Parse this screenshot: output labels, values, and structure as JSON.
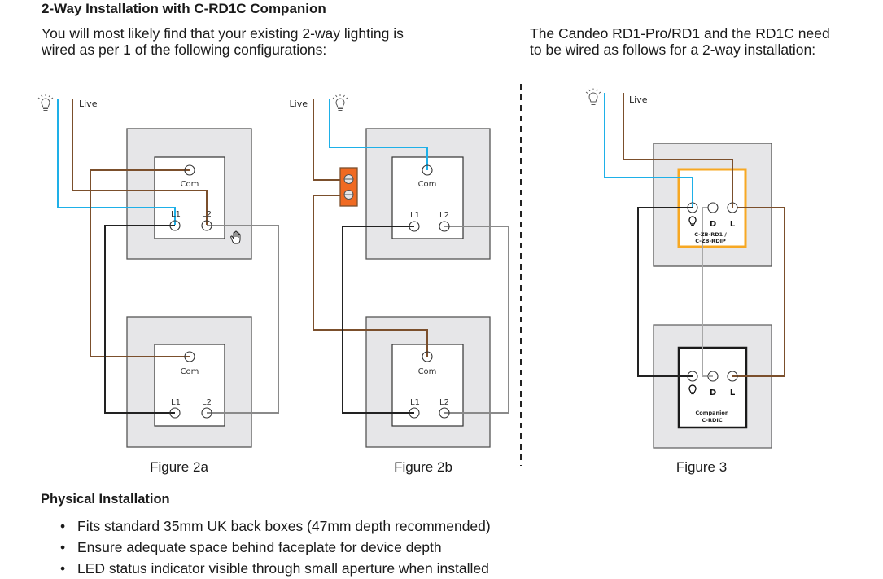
{
  "heading": "2-Way Installation with C-RD1C Companion",
  "intro_left": {
    "line1": "You will most likely find that your existing 2-way lighting is",
    "line2": "wired as per 1 of the following configurations:"
  },
  "intro_right": {
    "line1": "The Candeo RD1-Pro/RD1 and the RD1C need",
    "line2": "to be wired as follows for a 2-way installation:"
  },
  "colors": {
    "live_brown": "#7b4f2c",
    "switched_blue": "#1eb0e8",
    "strapper_black": "#222222",
    "strapper_grey": "#8a8a8a",
    "plate_fill": "#e6e6e8",
    "connector_orange": "#f06a22",
    "rd1_outline_orange": "#f7a823"
  },
  "figures": {
    "fig2a": {
      "caption": "Figure 2a",
      "live_label": "Live",
      "top_switch": {
        "com": "Com",
        "l1": "L1",
        "l2": "L2"
      },
      "bottom_switch": {
        "com": "Com",
        "l1": "L1",
        "l2": "L2"
      }
    },
    "fig2b": {
      "caption": "Figure 2b",
      "live_label": "Live",
      "top_switch": {
        "com": "Com",
        "l1": "L1",
        "l2": "L2"
      },
      "bottom_switch": {
        "com": "Com",
        "l1": "L1",
        "l2": "L2"
      }
    },
    "fig3": {
      "caption": "Figure 3",
      "live_label": "Live",
      "main_device": {
        "d": "D",
        "l": "L",
        "model_line1": "C-ZB-RD1 /",
        "model_line2": "C-ZB-RDIP"
      },
      "companion_device": {
        "d": "D",
        "l": "L",
        "model_line1": "Companion",
        "model_line2": "C-RDIC"
      }
    }
  },
  "physical": {
    "heading": "Physical Installation",
    "bullet_char": "•",
    "items": [
      "Fits standard 35mm UK back boxes (47mm depth recommended)",
      "Ensure adequate space behind faceplate for device depth",
      "LED status indicator visible through small aperture when installed"
    ]
  }
}
